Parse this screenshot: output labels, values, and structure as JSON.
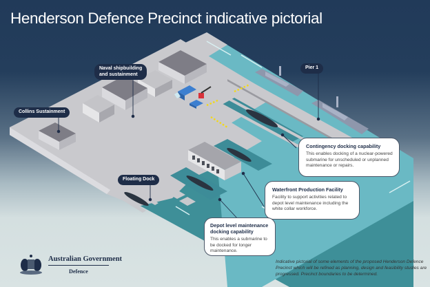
{
  "title": "Henderson Defence Precinct indicative pictorial",
  "labels": {
    "collins": "Collins Sustainment",
    "naval_line1": "Naval shipbuilding",
    "naval_line2": "and sustainment",
    "pier": "Pier 1",
    "floating_dock": "Floating Dock"
  },
  "callouts": {
    "contingency": {
      "heading": "Contingency docking capability",
      "body": "This enables docking of a nuclear-powered submarine for unscheduled or unplanned maintenance or repairs."
    },
    "waterfront": {
      "heading": "Waterfront Production Facility",
      "body": "Facility to support activities related to depot level maintenance including the white collar workforce."
    },
    "depot": {
      "heading": "Depot level maintenance docking capability",
      "body": "This enables a submarine to be docked for longer maintenance."
    }
  },
  "logo": {
    "government": "Australian Government",
    "department": "Defence",
    "emblem": "coat-of-arms-icon"
  },
  "disclaimer": "Indicative pictorial of some elements of the proposed Henderson Defence Precinct which will be refined as planning, design and feasibility studies are progressed. Precinct boundaries to be determined.",
  "colors": {
    "navy": "#1e2d48",
    "water": "#6ab9c4",
    "land": "#c8c8cc",
    "dock_water": "#3d8c98"
  }
}
